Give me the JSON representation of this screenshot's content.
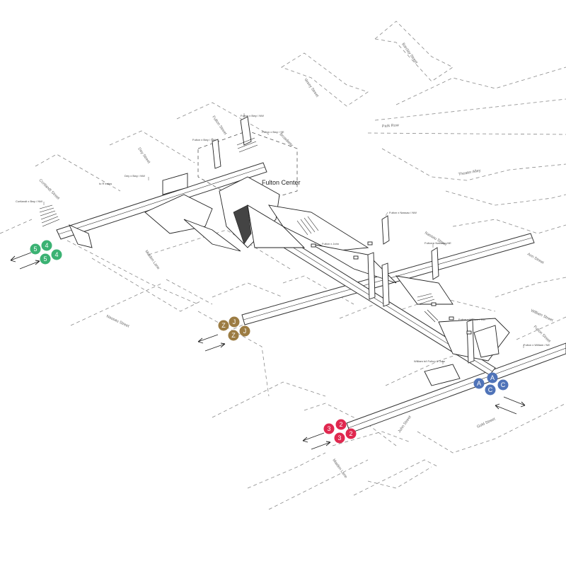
{
  "map": {
    "title": "Fulton Center",
    "streets": {
      "barclay": "Barclay Street",
      "vesey": "Vesey Street",
      "park_row": "Park Row",
      "theater_alley": "Theater Alley",
      "fulton": "Fulton Street",
      "broadway": "Broadway",
      "dey": "Dey Street",
      "cortlandt": "Cortlandt Street",
      "maiden_lane_w": "Maiden Lane",
      "nassau_e": "Nassau Street",
      "nassau_w": "Nassau Street",
      "ann": "Ann Street",
      "william": "William Street",
      "fulton_e": "Fulton Street",
      "john": "John Street",
      "gold": "Gold Street",
      "maiden_lane_e": "Maiden Lane"
    },
    "entrances": {
      "e1": "Fulton x Bwy / NW",
      "e2": "Fulton x Bwy / SW",
      "e3": "Fulton x Bwy / SE",
      "e4": "Dey x Bwy / NW",
      "e5": "Cortlandt x Bwy / NW",
      "e6": "to R trains",
      "e7": "Fulton x Nassau / NW",
      "e8": "Fulton x Nassau / NE",
      "e9": "Fulton x John",
      "e10": "Fulton x William / SW",
      "e11": "Fulton x William / NE",
      "e12": "William b/t Fulton & John"
    },
    "route_bullets": {
      "green": [
        "5",
        "4",
        "5",
        "4"
      ],
      "brown": [
        "Z",
        "J",
        "Z",
        "J"
      ],
      "red": [
        "3",
        "2",
        "3",
        "2"
      ],
      "blue": [
        "A",
        "A",
        "C",
        "C"
      ]
    },
    "colors": {
      "line_4_5": "#3bb273",
      "line_j_z": "#9c7c43",
      "line_2_3": "#e0284f",
      "line_a_c": "#4f73b8",
      "blocks": "#8a8a8a",
      "structure": "#222222"
    }
  }
}
